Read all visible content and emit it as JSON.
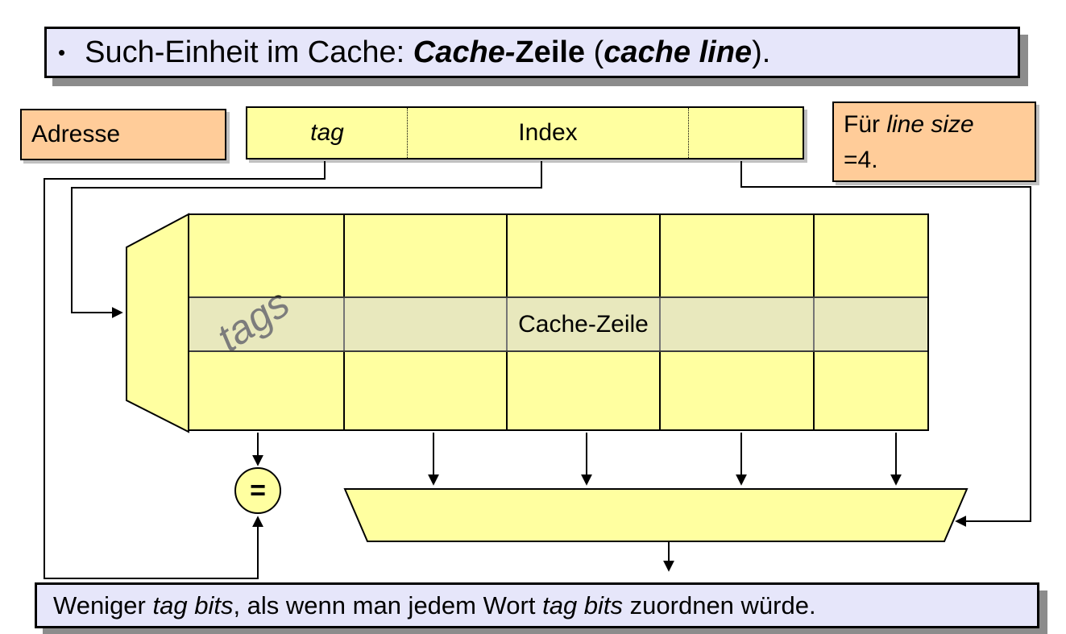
{
  "slide": {
    "title": {
      "bullet": "•",
      "segments": [
        {
          "text": "Such-Einheit im Cache: ",
          "style": "normal"
        },
        {
          "text": "Cache-",
          "style": "bold-italic"
        },
        {
          "text": "Zeile",
          "style": "bold"
        },
        {
          "text": " (",
          "style": "normal"
        },
        {
          "text": "cache line",
          "style": "bold-italic"
        },
        {
          "text": ").",
          "style": "normal"
        }
      ]
    },
    "address_label": "Adresse",
    "address_fields": [
      {
        "label": "tag",
        "style": "italic"
      },
      {
        "label": "Index",
        "style": "normal"
      },
      {
        "label": "",
        "style": "normal"
      }
    ],
    "note": {
      "line1_segments": [
        {
          "text": "Für ",
          "style": "normal"
        },
        {
          "text": "line size",
          "style": "italic"
        }
      ],
      "line2": "=4."
    },
    "cache": {
      "rotated_label": "tags",
      "row_label": "Cache-Zeile"
    },
    "comparator_symbol": "=",
    "bottom_note_segments": [
      {
        "text": "Weniger ",
        "style": "normal"
      },
      {
        "text": "tag bits",
        "style": "italic"
      },
      {
        "text": ", als wenn man jedem Wort ",
        "style": "normal"
      },
      {
        "text": "tag bits",
        "style": "italic"
      },
      {
        "text": " zuordnen würde.",
        "style": "normal"
      }
    ],
    "colors": {
      "yellow": "#FFFFA0",
      "lavender": "#E6E6FA",
      "orange": "#FFCC99",
      "shadow": "#8C8C8C",
      "line": "#000000",
      "highlight_overlay": "rgba(214,214,214,0.55)"
    }
  }
}
